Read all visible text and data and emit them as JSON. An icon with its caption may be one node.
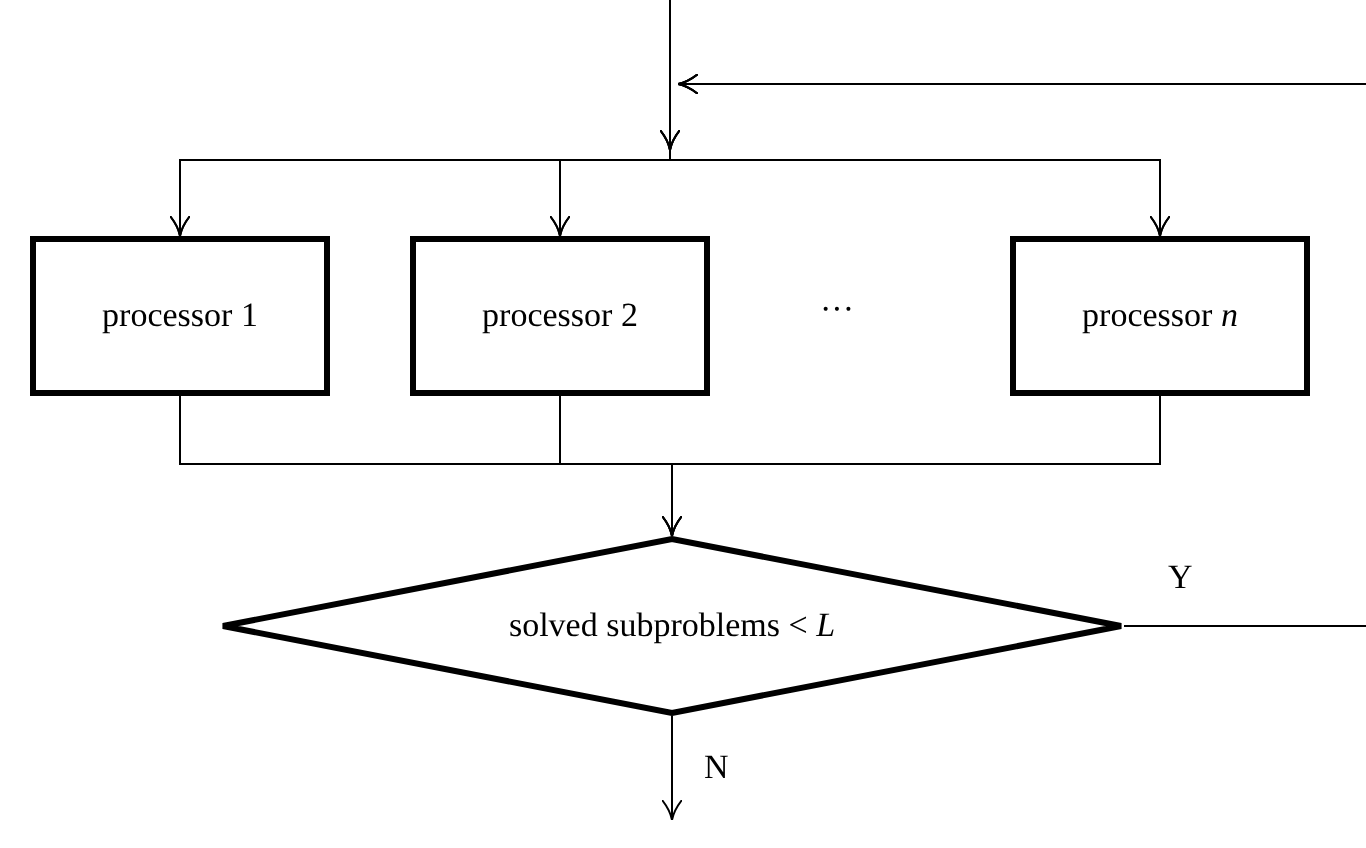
{
  "diagram": {
    "nodes": [
      {
        "text": [
          "processor 1"
        ]
      },
      {
        "text": [
          "processor 2"
        ]
      },
      {
        "text": [
          "processor *n*"
        ]
      },
      {
        "text": [
          "solved subproblems < *L*"
        ]
      }
    ],
    "edges": [
      {
        "from": null,
        "to": 0,
        "arrow": "to"
      },
      {
        "from": null,
        "to": 1,
        "arrow": "to"
      },
      {
        "from": null,
        "to": 2,
        "arrow": "to"
      },
      {
        "from": null,
        "to": 0,
        "arrow": "to"
      },
      {
        "from": null,
        "to": 1,
        "arrow": "to"
      },
      {
        "from": null,
        "to": 2,
        "arrow": "to"
      },
      {
        "from": 0,
        "to": 3,
        "arrow": "to"
      },
      {
        "from": 1,
        "to": 3,
        "arrow": "to"
      },
      {
        "from": 2,
        "to": 3,
        "arrow": "to"
      },
      {
        "from": 3,
        "to": null,
        "arrow": "none",
        "label": "Y"
      },
      {
        "from": 3,
        "to": null,
        "arrow": "to",
        "label": "N"
      }
    ],
    "labels": [
      "···"
    ]
  }
}
